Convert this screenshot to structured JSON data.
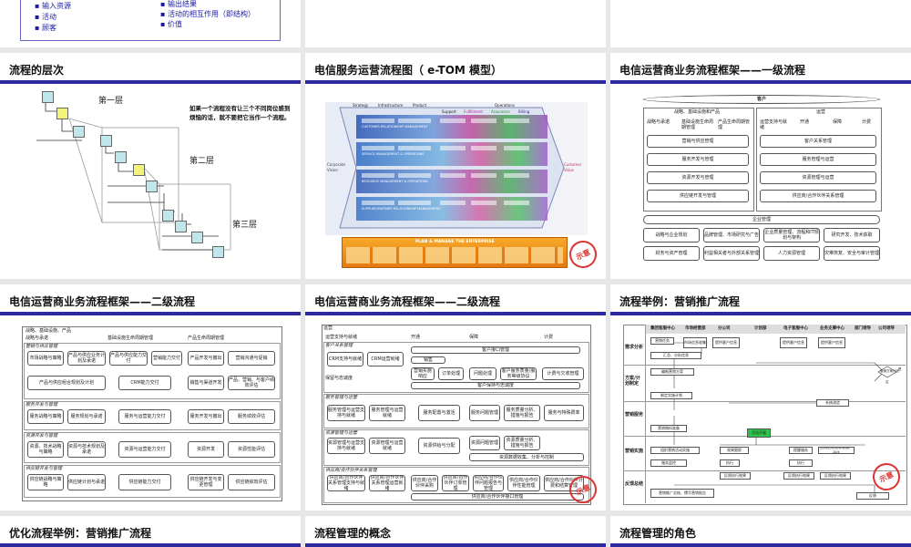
{
  "top_row": {
    "left_bullets": [
      "输入资源",
      "活动",
      "顾客"
    ],
    "right_bullets": [
      "输出结果",
      "活动的相互作用（即结构）",
      "价值"
    ]
  },
  "slide_hierarchy": {
    "title": "流程的层次",
    "layers": [
      "第一层",
      "第二层",
      "第三层"
    ],
    "note": "如果一个流程没有让三个不同岗位感到烦恼的话，就不要把它当作一个流程。"
  },
  "slide_etom": {
    "title": "电信服务运营流程图（ e-TOM 模型）",
    "top_headers": [
      "Strategy",
      "Infrastructure",
      "Product",
      "Support",
      "Fulfillment",
      "Assurance",
      "Billing",
      "Operations"
    ],
    "side_left": "Corporate Vision",
    "side_right": "Customer Value",
    "layers": [
      "CUSTOMER RELATIONSHIP MANAGEMENT",
      "SERVICE MANAGEMENT & OPERATIONS",
      "RESOURCE MANAGEMENT & OPERATIONS",
      "SUPPLIER/PARTNER RELATIONSHIP MANAGEMENT"
    ],
    "bottom": "PLAN & MANAGE THE ENTERPRISE",
    "stamp": "示意"
  },
  "slide_l1": {
    "title": "电信运营商业务流程框架——一级流程",
    "customer": "客户",
    "left_group": "战略、基础设施和产品",
    "left_cols": [
      "战略与承诺",
      "基础设施生命周期管理",
      "产品生命周期管理"
    ],
    "left_items": [
      "营销与供应管理",
      "服务开发与管理",
      "资源开发与管理",
      "供应链开发与管理"
    ],
    "right_group": "运营",
    "right_cols": [
      "运营支持与就绪",
      "开通",
      "保障",
      "计费"
    ],
    "right_items": [
      "客户关系管理",
      "服务管理与运营",
      "资源管理与运营",
      "供应商/合作伙伴关系管理"
    ],
    "enterprise": "企业管理",
    "enterprise_row1": [
      "战略与企业规划",
      "品牌管理、市场研究与广告",
      "企业质量管理、流程和IT规划与架构",
      "研究开发、技术获取"
    ],
    "enterprise_row2": [
      "财务与资产管理",
      "利益相关者与外部关系管理",
      "人力资源管理",
      "灾难恢复、安全与审计管理"
    ]
  },
  "slide_l2a": {
    "title": "电信运营商业务流程框架——二级流程",
    "header": "战略、基础设施、产品",
    "col_heads": [
      "战略与承诺",
      "基础设施生命周期管理",
      "产品生命周期管理"
    ],
    "group1": "营销与供应管理",
    "group1_items": [
      "市场战略与策略",
      "产品与供应业务计划及承诺",
      "产品与供应能力交付",
      "营销能力交付",
      "产品开发与撤出",
      "营销沟通与促销",
      "产品与供应组合规划及计划",
      "CRM能力交付",
      "销售与渠道开发",
      "产品、营销、与客户绩效评估"
    ],
    "group2": "服务开发与管理",
    "group2_items": [
      "服务战略与策略",
      "服务规划与承诺",
      "服务与运营能力交付",
      "服务开发与撤出",
      "服务绩效评估"
    ],
    "group3": "资源开发与管理",
    "group3_items": [
      "资源、技术战略与策略",
      "资源与技术规划及承诺",
      "资源与运营能力交付",
      "资源开发",
      "资源性能评估"
    ],
    "group4": "供应链开发与管理",
    "group4_items": [
      "供应链战略与策略",
      "供应链计划与承诺",
      "供应链能力交付",
      "供应链开发与变更管理",
      "供应链绩效评估"
    ]
  },
  "slide_l2b": {
    "title": "电信运营商业务流程框架——二级流程",
    "header": "运营",
    "col_heads": [
      "运营支持与就绪",
      "开通",
      "保障",
      "计费"
    ],
    "crm": "客户关系管理",
    "crm_items": [
      "CRM支持与就绪",
      "CRM运营就绪",
      "客户接口管理",
      "销售",
      "营销实施响应",
      "订单处理",
      "问题处理",
      "客户服务质量/服务等级协议",
      "计费与欠收管理",
      "保留与忠诚度",
      "客户保持与忠诚度"
    ],
    "sm": "服务管理与运营",
    "sm_items": [
      "服务管理与运营支持与就绪",
      "服务管理与运营就绪",
      "服务配置与激活",
      "服务问题管理",
      "服务质量分析、措施与报告",
      "服务与特殊费率"
    ],
    "rm": "资源管理与运营",
    "rm_items": [
      "资源管理与运营支持与就绪",
      "资源管理与运营就绪",
      "资源供给与分配",
      "资源问题管理",
      "资源质量分析、措施与报告",
      "资源数据收集、分析与控制"
    ],
    "sp": "供应商/合作伙伴关系管理",
    "sp_items": [
      "供应商/合作伙伴关系管理支持与就绪",
      "供应商/合作伙伴关系管理运营就绪",
      "供应商/合作伙伴采购",
      "供应商/合作伙伴订单管理",
      "供应商/合作伙伴问题报告与管理",
      "供应商/合作伙伴性能管理",
      "供应商/合作伙伴计费和结算管理",
      "供应商/合作伙伴接口管理"
    ],
    "stamp": "示意"
  },
  "slide_marketing": {
    "title": "流程举例：营销推广流程",
    "lanes": [
      "集团客服中心",
      "市场经营部",
      "分公司",
      "计划部",
      "电子客服中心",
      "业务支撑中心",
      "部门领导",
      "公司领导"
    ],
    "phases": [
      "需求分析",
      "方案/计划制定",
      "营销服务",
      "营销实施",
      "反馈总结"
    ],
    "nodes": [
      "营销任务",
      "市场信息收集",
      "提供客户信息",
      "提供客户信息",
      "提供客户信息",
      "汇总、分析信息",
      "编制营销方案",
      "营销方案计划",
      "制定实施计划",
      "系统改造",
      "营销物料准备",
      "活动开展",
      "组织营销活动实施",
      "服务监控",
      "执行",
      "提醒服务",
      "执行",
      "效果跟踪",
      "营销活动效果收集、评估",
      "反馈执行效果",
      "反馈执行效果",
      "反馈执行效果",
      "营销推广总结、撰写营销报告",
      "反馈",
      "是",
      "否"
    ],
    "stamp": "示意"
  },
  "bottom_row": {
    "titles": [
      "优化流程举例：营销推广流程",
      "流程管理的概念",
      "流程管理的角色"
    ]
  }
}
